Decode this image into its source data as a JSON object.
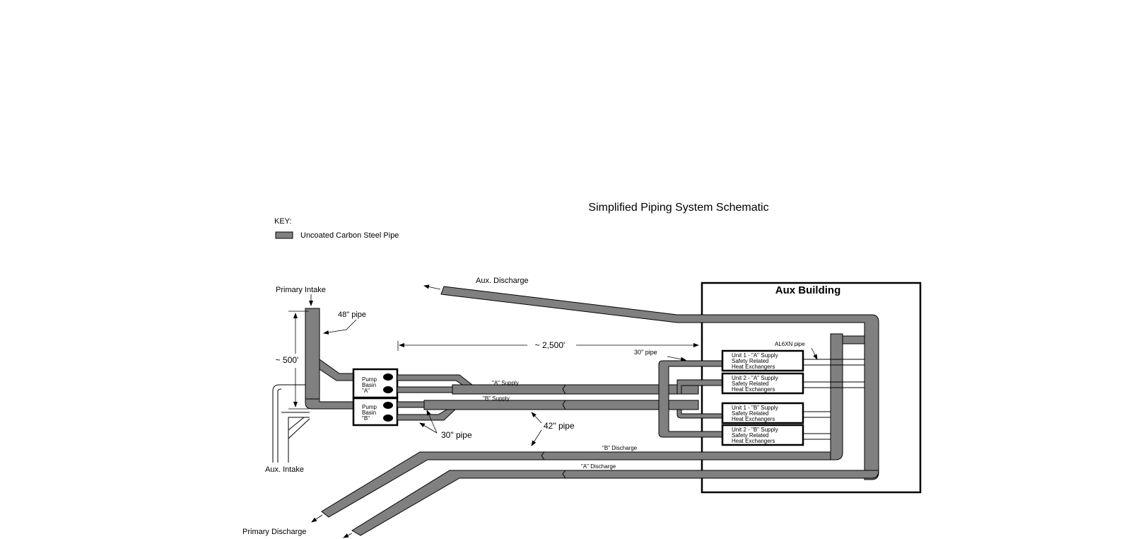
{
  "title": "Simplified Piping System Schematic",
  "key": {
    "heading": "KEY:",
    "pipe_label": "Uncoated Carbon Steel Pipe",
    "pipe_color": "#808080"
  },
  "labels": {
    "primary_intake": "Primary Intake",
    "pipe_48": "48\" pipe",
    "length_500": "~ 500'",
    "aux_discharge": "Aux. Discharge",
    "length_2500": "~ 2,500'",
    "aux_building": "Aux Building",
    "al6xn": "AL6XN pipe",
    "pipe_30_top": "30\" pipe",
    "a_supply": "\"A\" Supply",
    "b_supply": "\"B\" Supply",
    "pipe_42": "42\" pipe",
    "pipe_30_bottom": "30\" pipe",
    "b_discharge": "\"B\" Discharge",
    "a_discharge": "\"A\" Discharge",
    "aux_intake": "Aux. Intake",
    "primary_discharge": "Primary Discharge"
  },
  "pump_basins": [
    {
      "lines": [
        "Pump",
        "Basin",
        "\"A\""
      ]
    },
    {
      "lines": [
        "Pump",
        "Basin",
        "\"B\""
      ]
    }
  ],
  "heat_exchangers": [
    {
      "lines": [
        "Unit 1 - \"A\" Supply",
        "Safety Related",
        "Heat Exchangers"
      ]
    },
    {
      "lines": [
        "Unit 2 - \"A\" Supply",
        "Safety Related",
        "Heat Exchangers"
      ]
    },
    {
      "lines": [
        "Unit 1 - \"B\" Supply",
        "Safety Related",
        "Heat Exchangers"
      ]
    },
    {
      "lines": [
        "Unit 2 - \"B\" Supply",
        "Safety Related",
        "Heat Exchangers"
      ]
    }
  ]
}
